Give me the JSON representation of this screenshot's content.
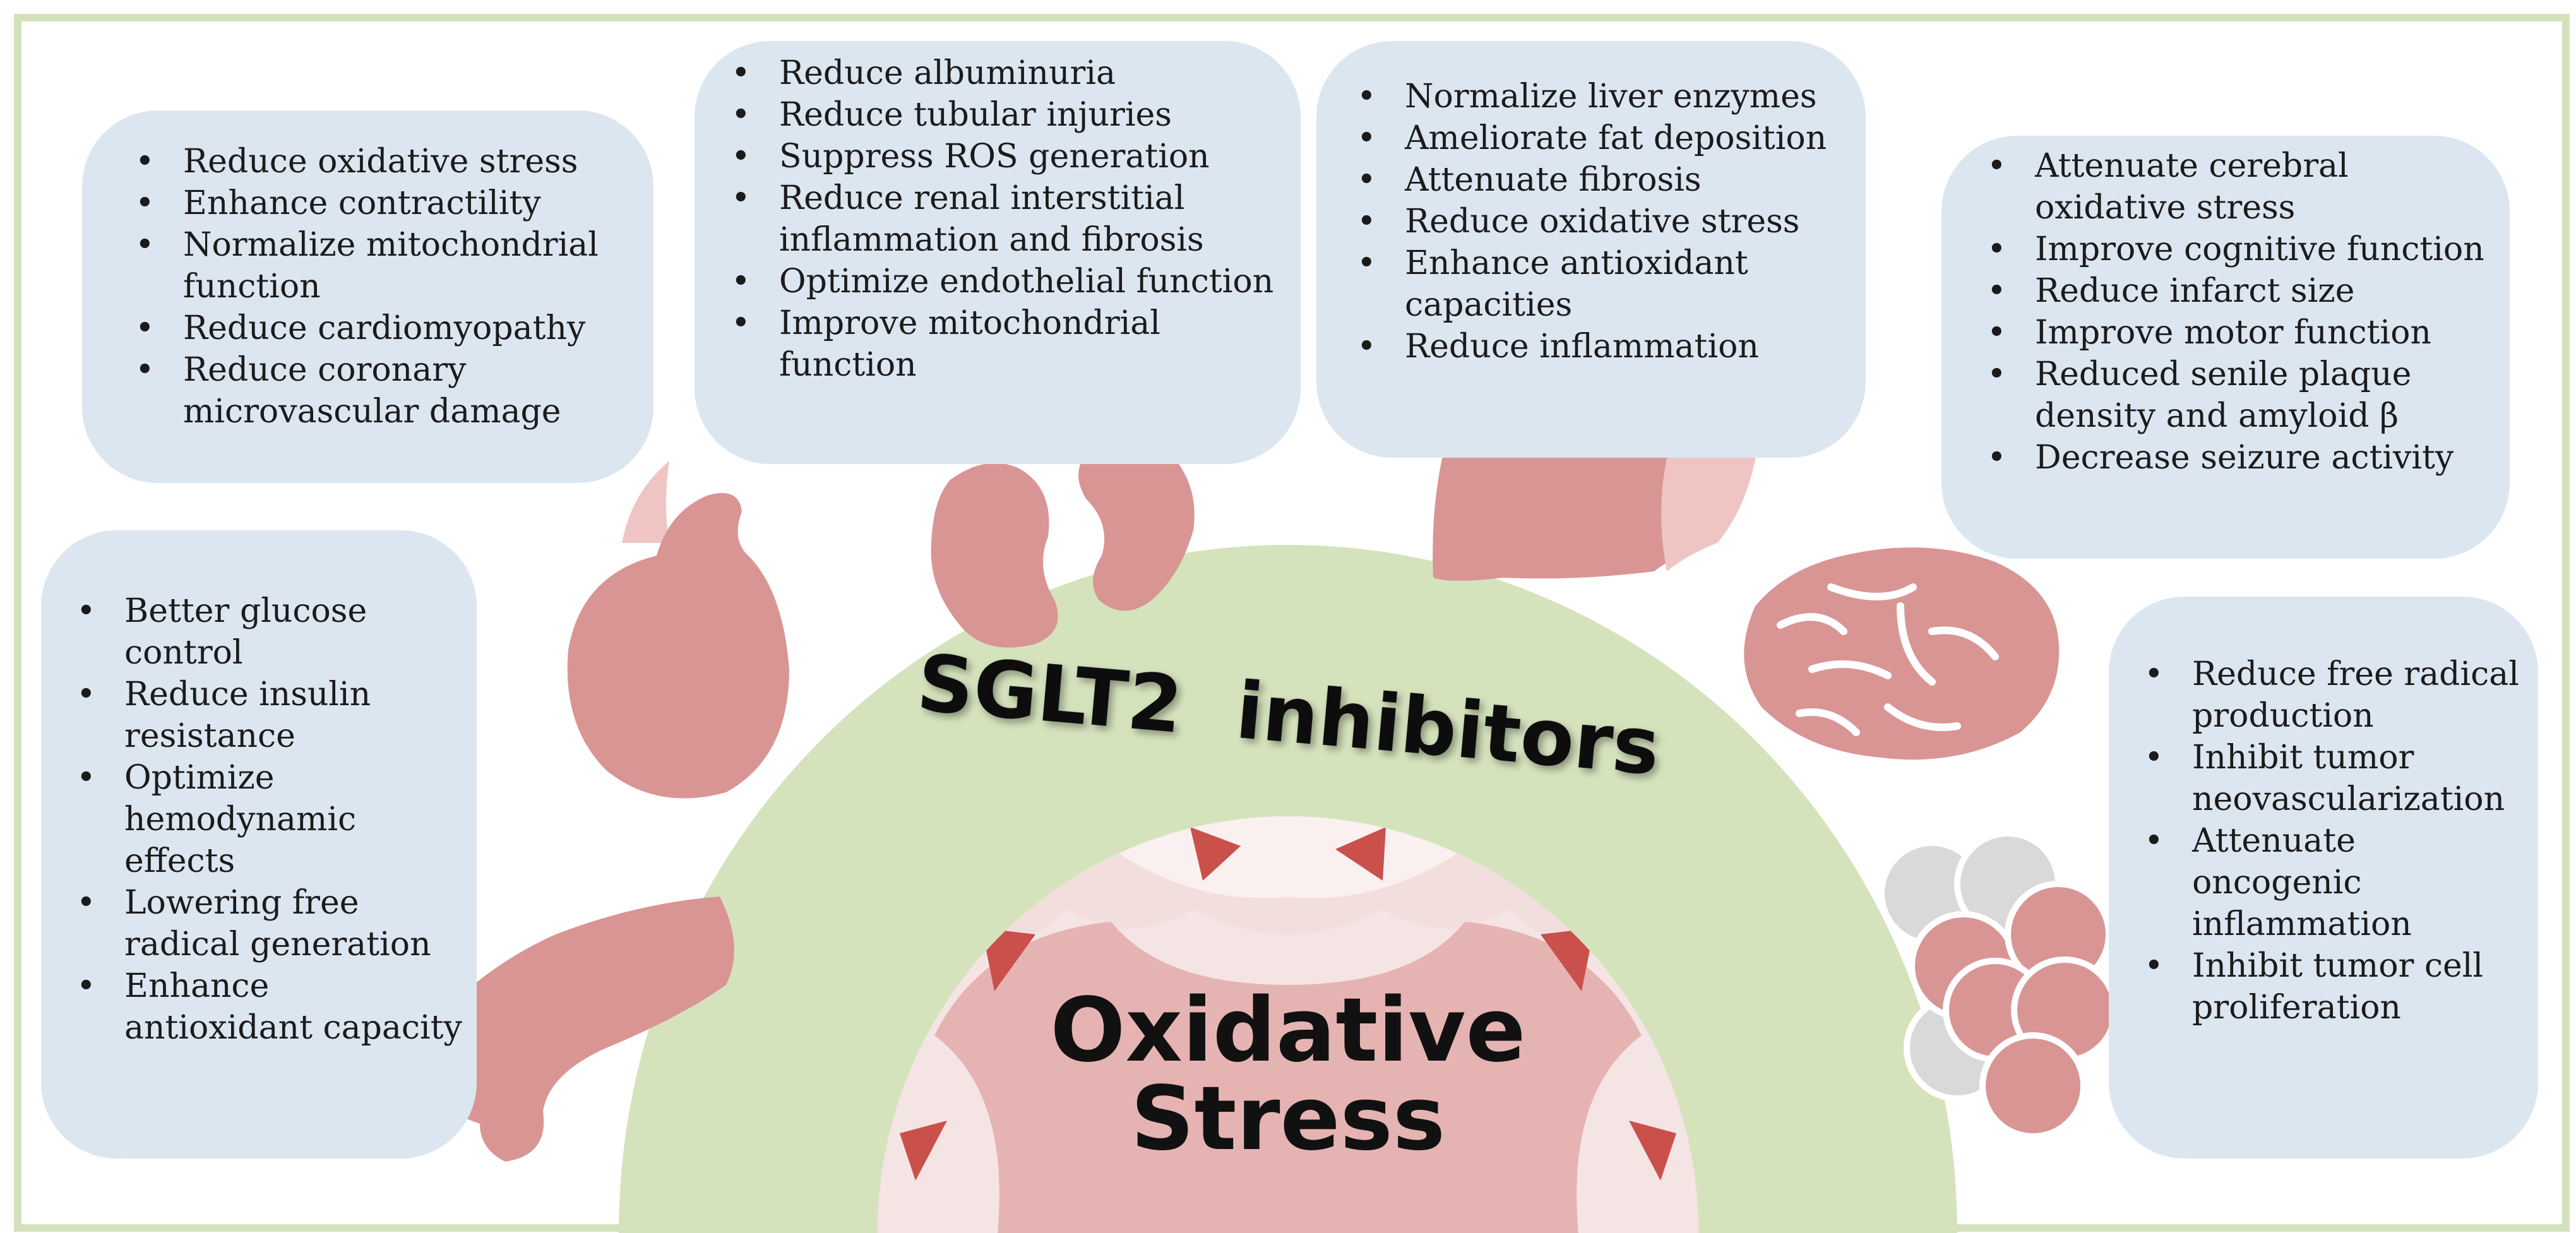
{
  "center": {
    "inhibitor_label": "SGLT2  inhibitors",
    "stress_line1": "Oxidative",
    "stress_line2": "Stress"
  },
  "panels": {
    "heart": [
      "Reduce oxidative stress",
      "Enhance contractility",
      "Normalize mitochondrial function",
      "Reduce cardiomyopathy",
      "Reduce coronary microvascular damage"
    ],
    "kidney": [
      "Reduce albuminuria",
      "Reduce tubular injuries",
      "Suppress ROS generation",
      "Reduce renal interstitial inflammation and fibrosis",
      "Optimize endothelial function",
      "Improve mitochondrial function"
    ],
    "liver": [
      "Normalize liver enzymes",
      "Ameliorate fat deposition",
      "Attenuate fibrosis",
      "Reduce oxidative stress",
      "Enhance antioxidant capacities",
      "Reduce inflammation"
    ],
    "brain": [
      "Attenuate cerebral oxidative stress",
      "Improve cognitive function",
      "Reduce infarct size",
      "Improve motor function",
      "Reduced senile plaque density and amyloid β",
      "Decrease seizure activity"
    ],
    "pancreas": [
      "Better glucose control",
      "Reduce insulin resistance",
      "Optimize hemodynamic effects",
      "Lowering free radical generation",
      "Enhance antioxidant capacity"
    ],
    "tumor": [
      "Reduce free radical production",
      "Inhibit tumor neovascularization",
      "Attenuate oncogenic inflammation",
      "Inhibit tumor cell proliferation"
    ]
  },
  "colors": {
    "frame": "#d3e2bc",
    "panel": "#dce6f1",
    "arc": "#d5e3bd",
    "organ": "#d99594",
    "organ_light": "#efc5c4",
    "stress_core": "#e6b3b3",
    "arrow": "#c9504b"
  }
}
